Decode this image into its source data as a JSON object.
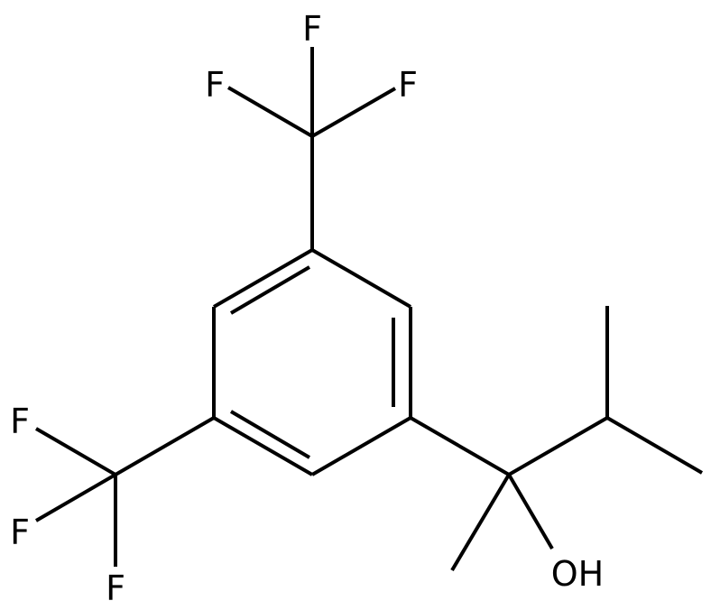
{
  "molecule": {
    "atom_labels": {
      "f1": "F",
      "f2": "F",
      "f3": "F",
      "f4": "F",
      "f5": "F",
      "f6": "F",
      "oh": "OH"
    },
    "colors": {
      "bond": "#000000",
      "label": "#000000",
      "background": "#ffffff"
    }
  }
}
